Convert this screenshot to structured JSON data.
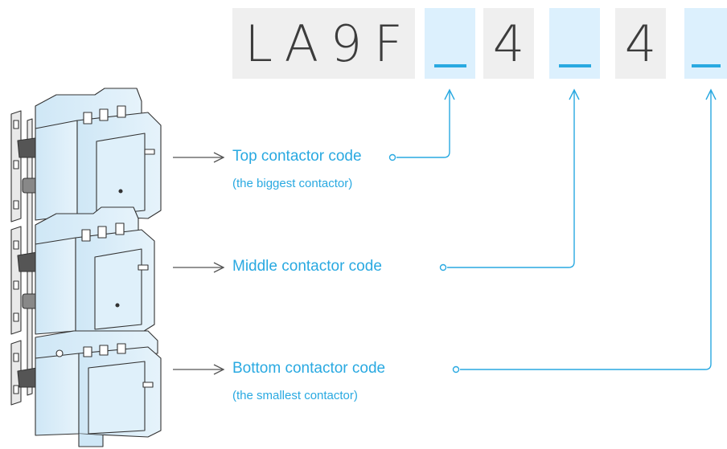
{
  "reference": {
    "chars": [
      "L",
      "A",
      "9",
      "F"
    ],
    "slot_1": "",
    "fixed_1": "4",
    "slot_2": "",
    "fixed_2": "4",
    "slot_3": ""
  },
  "callouts": {
    "top": {
      "title": "Top contactor code",
      "note": "(the biggest contactor)"
    },
    "middle": {
      "title": "Middle contactor code"
    },
    "bottom": {
      "title": "Bottom contactor code",
      "note": "(the smallest contactor)"
    }
  },
  "colors": {
    "accent": "#29a9e1",
    "box_fill": "#efefef",
    "slot_fill": "#dcf0fd",
    "text_dark": "#3c3c3c",
    "arrow_grey": "#555555"
  }
}
